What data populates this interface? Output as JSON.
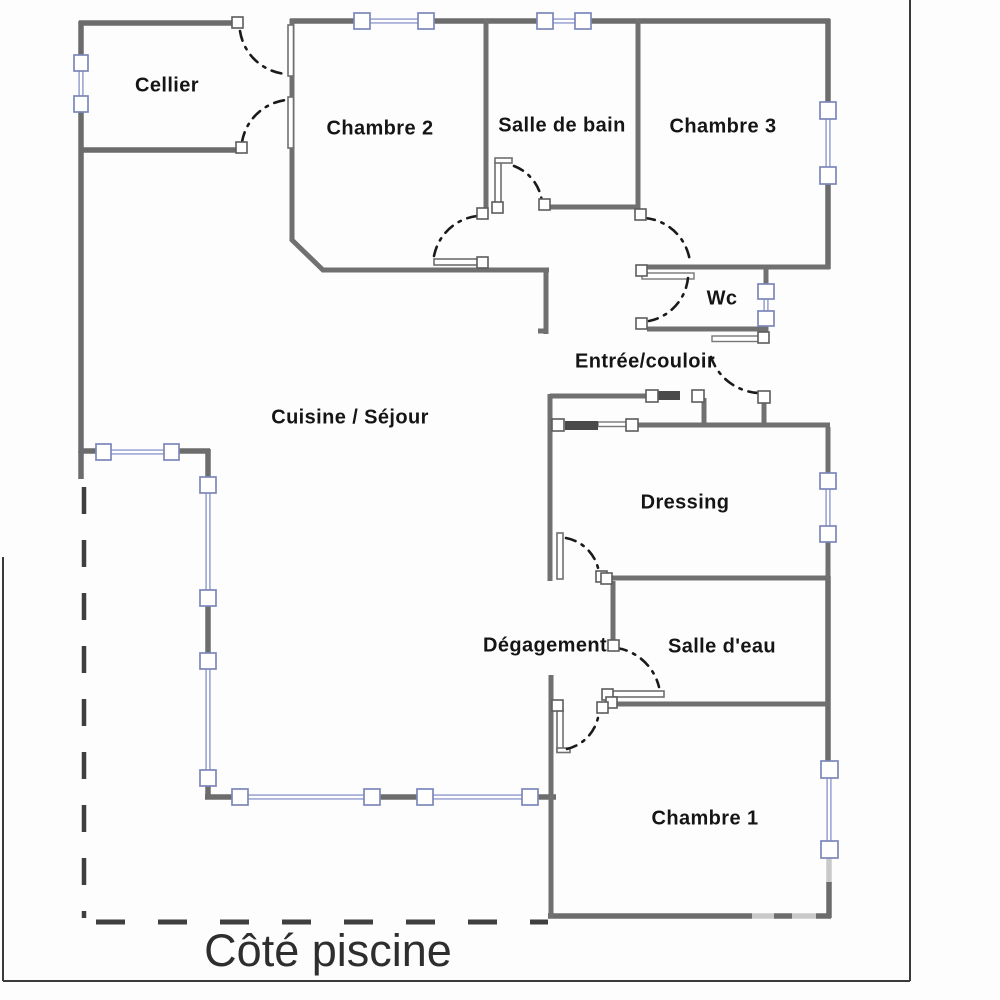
{
  "page": {
    "type": "floor-plan-scan",
    "caption": "Côté piscine",
    "rooms": [
      {
        "name": "cellier",
        "label": "Cellier"
      },
      {
        "name": "chambre-2",
        "label": "Chambre 2"
      },
      {
        "name": "salle-de-bain",
        "label": "Salle de bain"
      },
      {
        "name": "chambre-3",
        "label": "Chambre 3"
      },
      {
        "name": "wc",
        "label": "Wc"
      },
      {
        "name": "entree-couloir",
        "label": "Entrée/couloir"
      },
      {
        "name": "cuisine-sejour",
        "label": "Cuisine / Séjour"
      },
      {
        "name": "dressing",
        "label": "Dressing"
      },
      {
        "name": "degagement",
        "label": "Dégagement"
      },
      {
        "name": "salle-d-eau",
        "label": "Salle d'eau"
      },
      {
        "name": "chambre-1",
        "label": "Chambre 1"
      }
    ],
    "colors": {
      "wall": "#6c6c6c",
      "wall_faded": "#c9c9c9",
      "window_glass": "#8e99cd",
      "window_frame": "#7c86ba",
      "door_swing_arc": "#1a1a1a",
      "entrance_door_fill": "#4a4a4a",
      "pool_boundary_dash": "#3f3f3f",
      "label_text": "#151515",
      "caption_text": "#2e2e2e",
      "page_border": "#3a3a3a",
      "background": "#fdfdfd"
    }
  }
}
